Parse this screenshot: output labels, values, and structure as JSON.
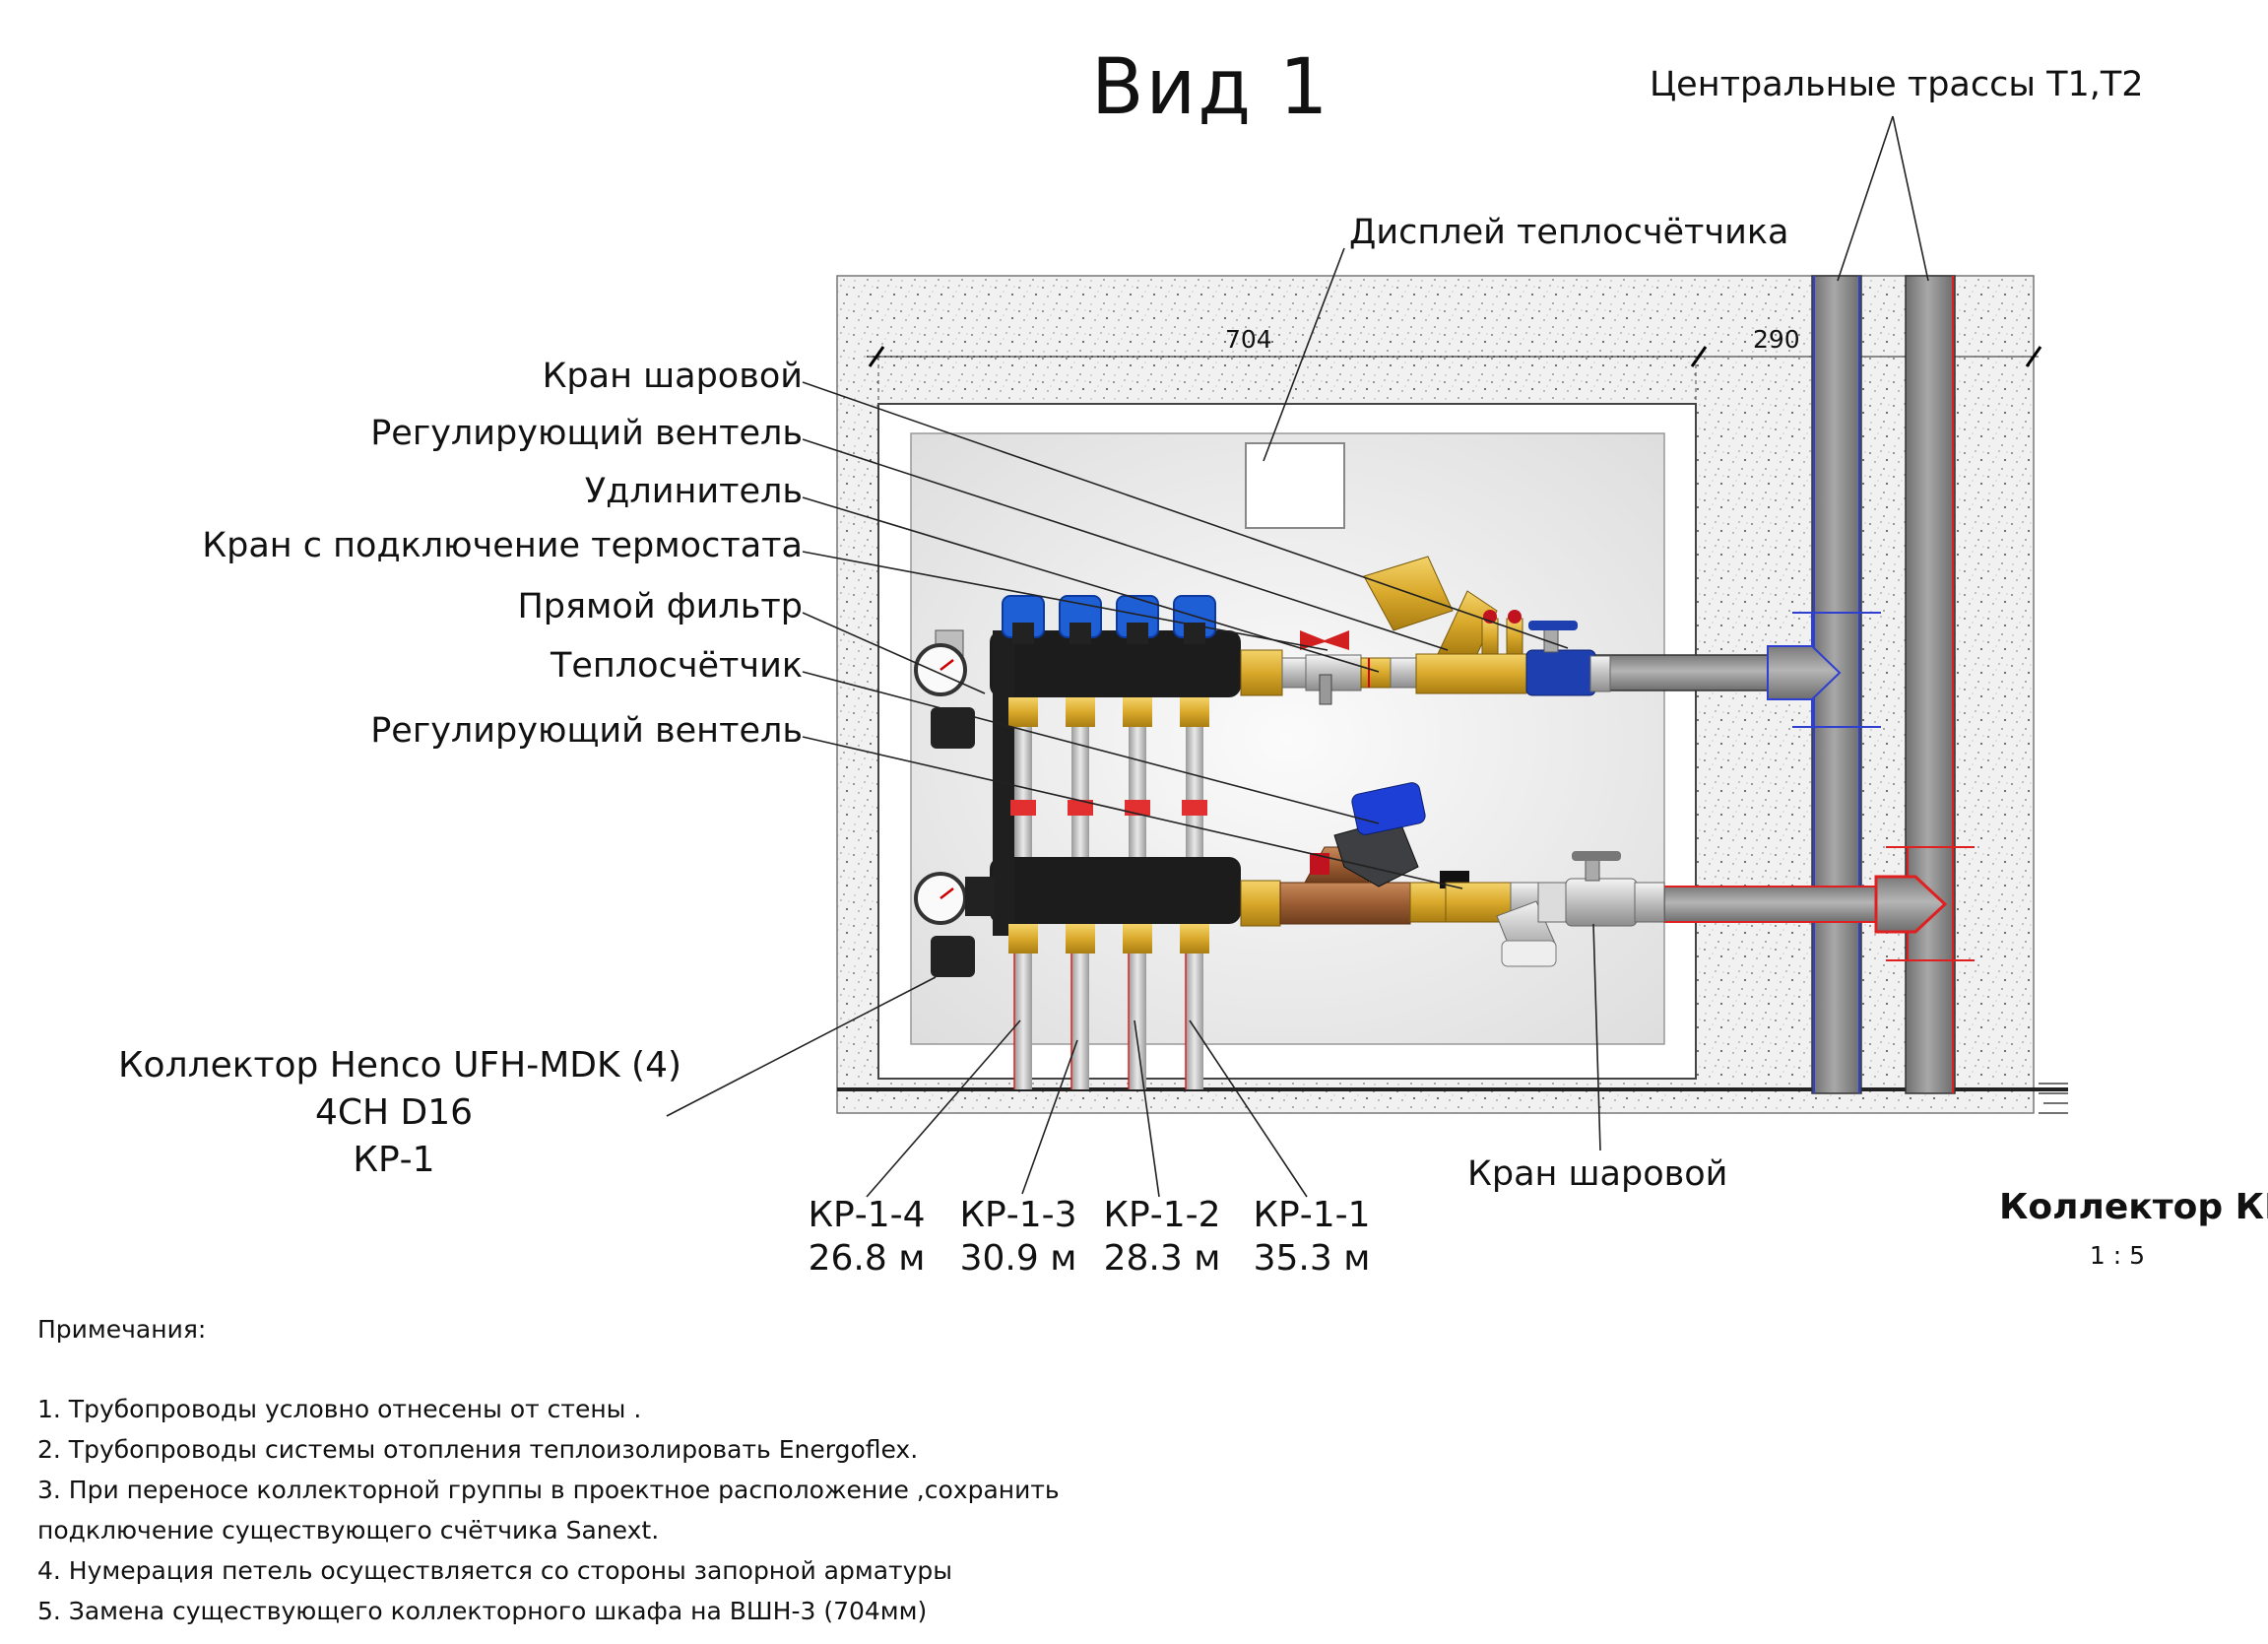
{
  "view_title": "Вид 1",
  "labels": {
    "central_lines": "Центральные трассы Т1,Т2",
    "heat_meter_display": "Дисплей теплосчётчика",
    "ball_valve_top": "Кран шаровой",
    "balancing_valve_top": "Регулирующий вентель",
    "extension": "Удлинитель",
    "thermostat_valve": "Кран с подключение термостата",
    "direct_filter": "Прямой фильтр",
    "heat_meter": "Теплосчётчик",
    "balancing_valve_bottom": "Регулирующий вентель",
    "ball_valve_bottom": "Кран шаровой"
  },
  "dimensions": {
    "cabinet_width": "704",
    "offset": "290"
  },
  "manifold": {
    "line1": "Коллектор Henco UFH-MDK (4)",
    "line2": "4CH D16",
    "line3": "КР-1"
  },
  "loops": [
    {
      "id": "КР-1-4",
      "length": "26.8 м"
    },
    {
      "id": "КР-1-3",
      "length": "30.9 м"
    },
    {
      "id": "КР-1-2",
      "length": "28.3 м"
    },
    {
      "id": "КР-1-1",
      "length": "35.3 м"
    }
  ],
  "sheet": {
    "title": "Коллектор КР",
    "scale": "1 : 5"
  },
  "notes": {
    "heading": "Примечания:",
    "items": [
      "1.  Трубопроводы условно отнесены от стены .",
      "2.  Трубопроводы системы отопления теплоизолировать Energoflex.",
      "3.  При переносе коллекторной группы в проектное расположение ,сохранить",
      "     подключение существующего счётчика Sanext.",
      "4.  Нумерация петель осуществляется со стороны запорной арматуры",
      "5.  Замена существующего коллекторного шкафа на ВШН-3 (704мм)"
    ]
  },
  "colors": {
    "supply_pipe": "#2f3fd0",
    "return_pipe": "#e02020",
    "manifold_body": "#1c1c1c",
    "cap_blue": "#1e5fd6"
  }
}
